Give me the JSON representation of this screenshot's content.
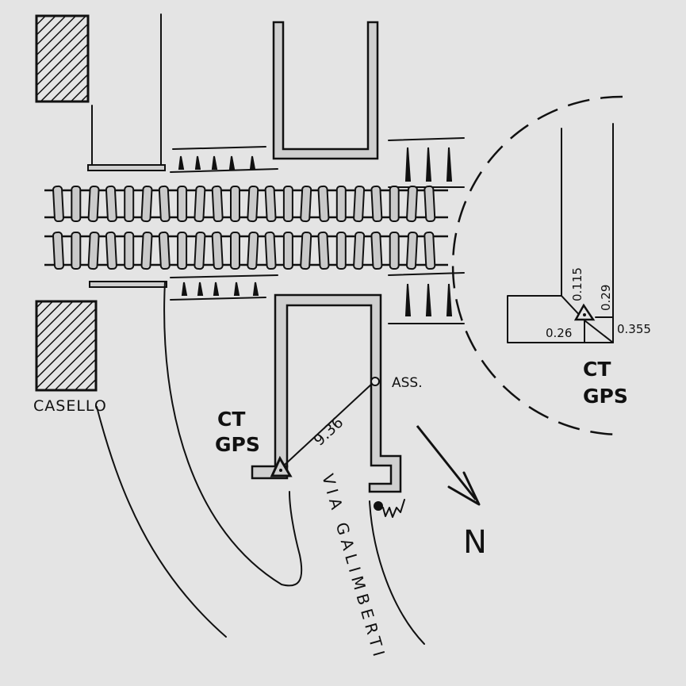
{
  "labels": {
    "casello": "CASELLO",
    "street": "VIA GALIMBERTI",
    "benchmark": "ASS.",
    "distance": "9.36",
    "north": "N",
    "ct_main": "CT",
    "gps_main": "GPS",
    "ct_detail": "CT",
    "gps_detail": "GPS"
  },
  "detail_measurements": {
    "offset_a": "0.115",
    "offset_b": "0.29",
    "offset_c": "0.26",
    "offset_d": "0.355"
  },
  "icons": {
    "station_marker": "triangle-icon",
    "benchmark_marker": "circle-icon",
    "north_arrow": "arrow-icon",
    "hatched_building": "hatch-pattern",
    "rail_ties": "rail-tie",
    "barrier_posts": "post-icon"
  },
  "colors": {
    "paper": "#e4e4e4",
    "ink": "#111111",
    "wall_fill": "#cfcfcf",
    "tie_fill": "#cacaca"
  }
}
